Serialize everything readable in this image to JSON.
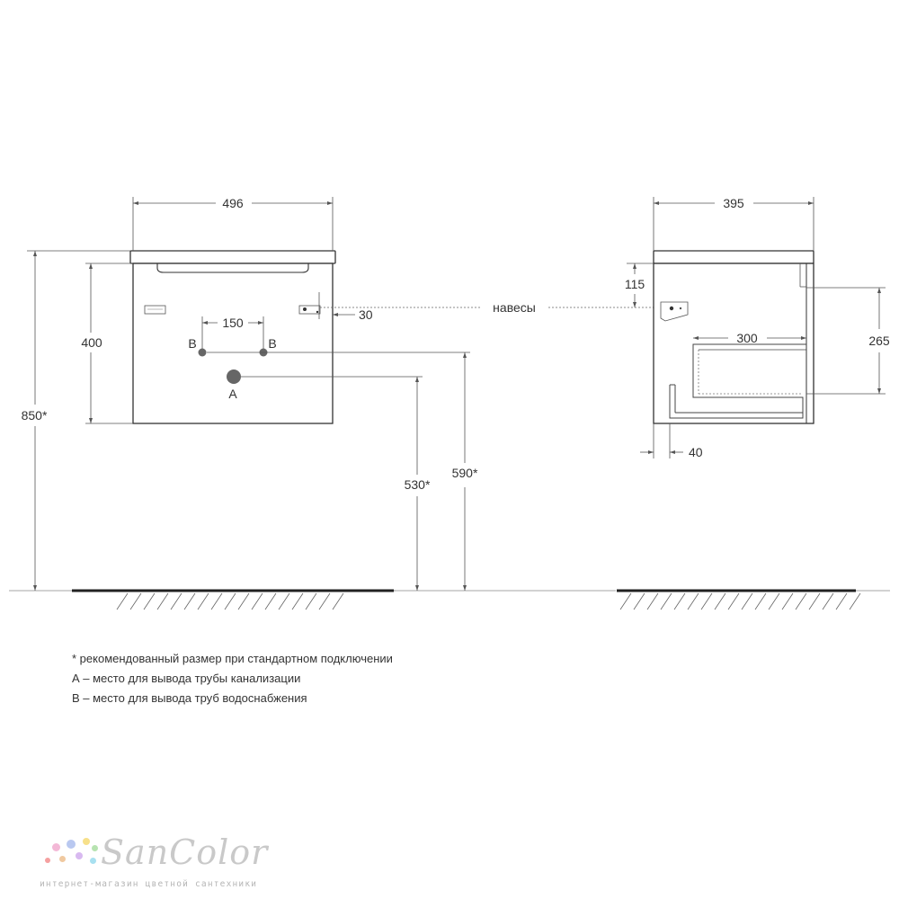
{
  "front_view": {
    "width_label": "496",
    "height_label": "400",
    "total_height_label": "850*",
    "pipe_spacing_label": "150",
    "hanger_offset_label": "30",
    "pipe_b_left_label": "В",
    "pipe_b_right_label": "В",
    "drain_a_label": "А",
    "drain_height_label": "530*",
    "water_height_label": "590*"
  },
  "side_view": {
    "depth_label": "395",
    "hanger_drop_label": "115",
    "drawer_depth_label": "300",
    "drawer_height_label": "265",
    "back_gap_label": "40"
  },
  "hangers_label": "навесы",
  "notes": [
    "* рекомендованный размер при стандартном подключении",
    "А – место для вывода трубы канализации",
    "В – место для вывода труб водоснабжения"
  ],
  "logo": {
    "name": "SanColor",
    "tagline": "интернет-магазин цветной сантехники",
    "dot_colors": [
      "#f3b8d6",
      "#b9c8f0",
      "#f7e08a",
      "#b7e3b0",
      "#f0c9a0",
      "#d8b9f0",
      "#f5a0a0",
      "#a8e0f0"
    ]
  }
}
